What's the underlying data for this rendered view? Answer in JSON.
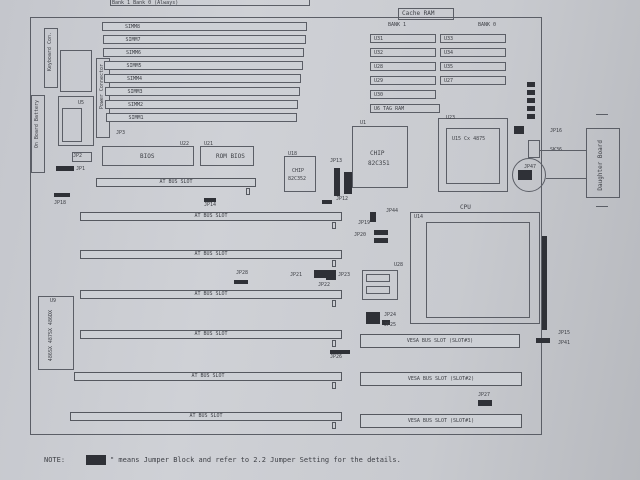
{
  "labels": {
    "top_fragment": "Bank 1   Bank 0 (Always)",
    "cache_ram": "Cache RAM",
    "bank1": "BANK 1",
    "bank0": "BANK 0",
    "keyboard_con": "Keyboard Con.",
    "power_connector": "Power Connector",
    "on_board_battery": "On Board Battery",
    "u5": "U5",
    "u6_tag_ram": "U6  TAG RAM",
    "u1": "U1",
    "chip": "CHIP",
    "chip_part": "82C351",
    "jp3": "JP3",
    "jp2": "JP2",
    "jp1": "JP1",
    "jp14": "JP14",
    "jp16": "JP16",
    "jp18": "JP18",
    "u22": "U22",
    "u21": "U21",
    "bios": "BIOS",
    "rom_bios": "ROM BIOS",
    "ux_chip": "CHIP",
    "ux_part": "82C352",
    "ux": "U18",
    "jp12": "JP12",
    "jp13": "JP13",
    "jp19": "JP19",
    "jp20": "JP20",
    "jp44": "JP44",
    "jp21": "JP21",
    "jp22": "JP22",
    "jp23": "JP23",
    "jp24": "JP24",
    "jp25": "JP25",
    "jp26": "JP26",
    "jp27": "JP27",
    "jp28": "JP28",
    "jp15": "JP15",
    "jp41": "JP41",
    "jp47": "JP47",
    "u23": "U23",
    "u15_part": "U15 Cx 4875",
    "u14": "U14",
    "cpu": "CPU",
    "sk36": "SK36",
    "daughter_board": "Daughter Board",
    "u28": "U28",
    "u9": "U9",
    "side_text": "486SX 487SX 486DX",
    "simm_prefix": "SIMM",
    "note_lead": "NOTE:",
    "note_text": "\" means Jumper Block and refer to 2.2 Jumper Setting for the details."
  },
  "simms": [
    "SIMM8",
    "SIMM7",
    "SIMM6",
    "SIMM5",
    "SIMM4",
    "SIMM3",
    "SIMM2",
    "SIMM1"
  ],
  "cache_left": [
    "U31",
    "U32",
    "U28",
    "U29",
    "U30"
  ],
  "cache_right": [
    "U33",
    "U34",
    "U35",
    "U27"
  ],
  "at_slot_label": "AT BUS SLOT",
  "vesa_slot_label": "VESA BUS SLOT",
  "vesa_sub": [
    "(SLOT#3)",
    "(SLOT#2)",
    "(SLOT#1)"
  ],
  "colors": {
    "ink": "#3d3f45",
    "paper": "#cfd1d6",
    "block": "#2f3137"
  }
}
